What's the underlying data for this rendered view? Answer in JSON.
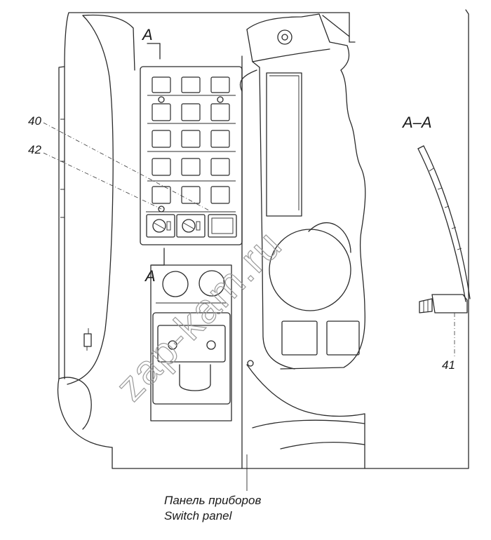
{
  "callouts": {
    "c40": "40",
    "c42": "42",
    "c41": "41"
  },
  "section": {
    "marker_top": "A",
    "marker_bottom": "A",
    "view_label": "A–A"
  },
  "caption": {
    "ru": "Панель приборов",
    "en": "Switch panel"
  },
  "watermark": "zap-kam.ru",
  "colors": {
    "line": "#2b2b2b",
    "watermark": "#9a9a9a",
    "background": "#ffffff"
  }
}
